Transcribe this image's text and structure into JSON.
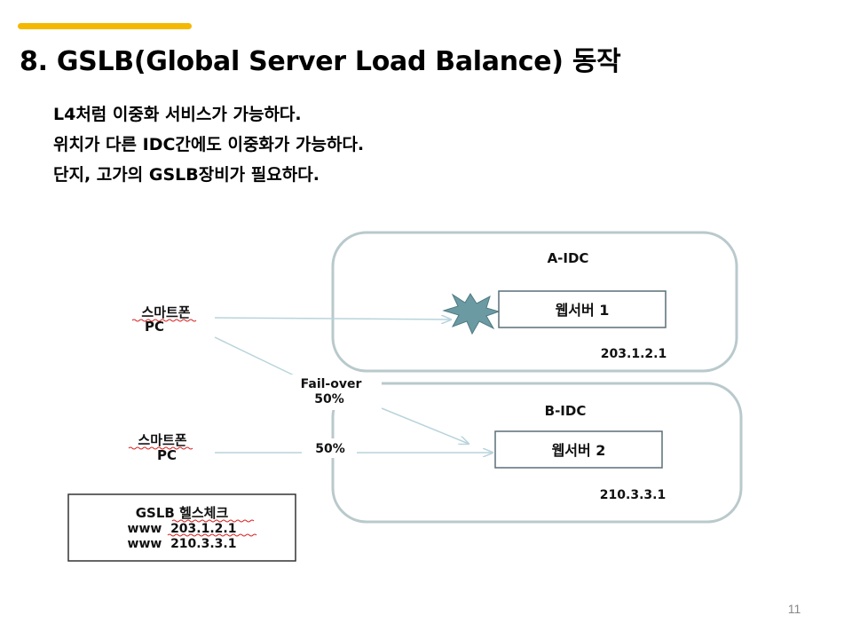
{
  "colors": {
    "accent": "#F5B800",
    "arrow": "#b8d4dc",
    "box_stroke": "#5a6e78",
    "burst": "#6b9aa3"
  },
  "slide": {
    "title": "8. GSLB(Global Server Load Balance) 동작",
    "bullets": [
      "L4처럼 이중화 서비스가 가능하다.",
      "위치가 다른 IDC간에도 이중화가 가능하다.",
      "단지, 고가의 GSLB장비가 필요하다."
    ],
    "page_number": "11"
  },
  "diagram": {
    "idc_a": {
      "label": "A-IDC",
      "server": "웹서버 1",
      "ip": "203.1.2.1"
    },
    "idc_b": {
      "label": "B-IDC",
      "server": "웹서버 2",
      "ip": "210.3.3.1"
    },
    "client1": {
      "line1": "스마트폰",
      "line2": "PC"
    },
    "client2": {
      "line1": "스마트폰",
      "line2": "PC"
    },
    "failover": {
      "line1": "Fail-over",
      "line2": "50%"
    },
    "split_label": "50%",
    "healthcheck": {
      "title": "GSLB 헬스체크",
      "lines": [
        "www  203.1.2.1",
        "www  210.3.3.1"
      ]
    }
  }
}
